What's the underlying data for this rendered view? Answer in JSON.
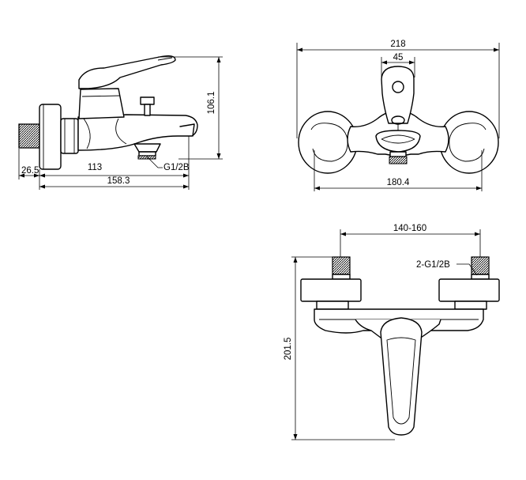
{
  "side_view": {
    "height_total": "106.1",
    "inlet_length": "26.5",
    "body_length": "113",
    "overall_length": "158.3",
    "outlet_thread": "G1/2B"
  },
  "top_view": {
    "overall_width": "218",
    "handle_width": "45",
    "body_width": "180.4"
  },
  "front_view": {
    "center_distance": "140-160",
    "inlet_thread": "2-G1/2B",
    "overall_height": "201.5"
  }
}
